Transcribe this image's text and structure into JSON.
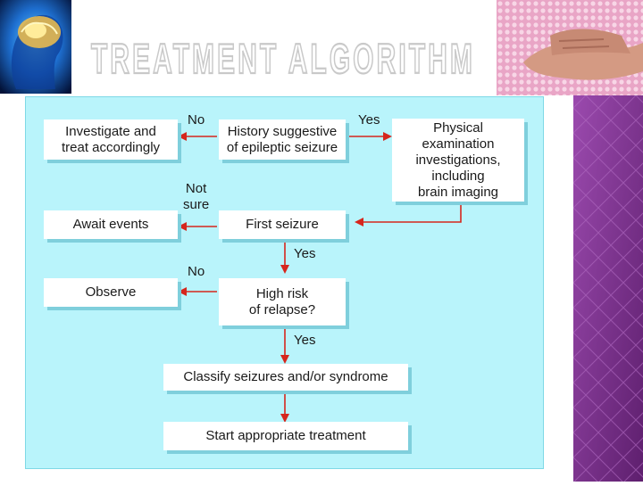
{
  "title": "TREATMENT ALGORITHM",
  "colors": {
    "title_outline": "#c9c9c9",
    "panel": "#b9f4fb",
    "arrow": "#d6261d",
    "purple": "#8a3a9a"
  },
  "flowchart": {
    "boxes": {
      "investigate": "Investigate and\ntreat accordingly",
      "history": "History suggestive\nof epileptic seizure",
      "physical": "Physical examination\ninvestigations,\nincluding\nbrain imaging",
      "await": "Await events",
      "first_seizure": "First seizure",
      "observe": "Observe",
      "high_risk": "High risk\nof relapse?",
      "classify": "Classify seizures and/or syndrome",
      "start": "Start appropriate treatment"
    },
    "labels": {
      "no_1": "No",
      "yes_1": "Yes",
      "not_sure": "Not\nsure",
      "yes_2": "Yes",
      "no_2": "No",
      "yes_3": "Yes"
    }
  }
}
